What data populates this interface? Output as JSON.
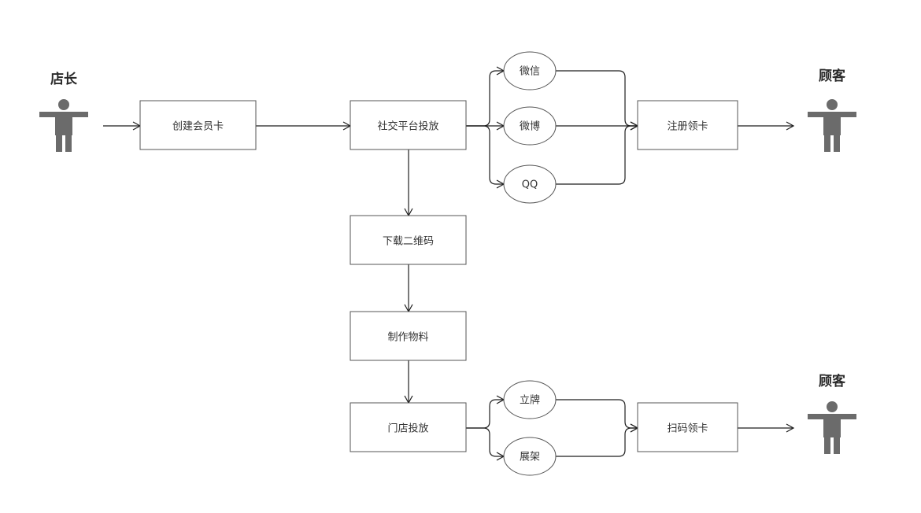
{
  "actors": {
    "owner": {
      "label": "店长",
      "icon": "person-icon"
    },
    "customer_top": {
      "label": "顾客",
      "icon": "person-icon"
    },
    "customer_bottom": {
      "label": "顾客",
      "icon": "person-icon"
    }
  },
  "nodes": {
    "create_card": "创建会员卡",
    "social_publish": "社交平台投放",
    "wechat": "微信",
    "weibo": "微博",
    "qq": "QQ",
    "register_card": "注册领卡",
    "download_qr": "下载二维码",
    "make_material": "制作物料",
    "store_publish": "门店投放",
    "standee": "立牌",
    "display_rack": "展架",
    "scan_card": "扫码领卡"
  },
  "colors": {
    "line": "#1f1f1f",
    "box_border": "#555555",
    "person": "#6b6b6b",
    "text": "#333333"
  }
}
